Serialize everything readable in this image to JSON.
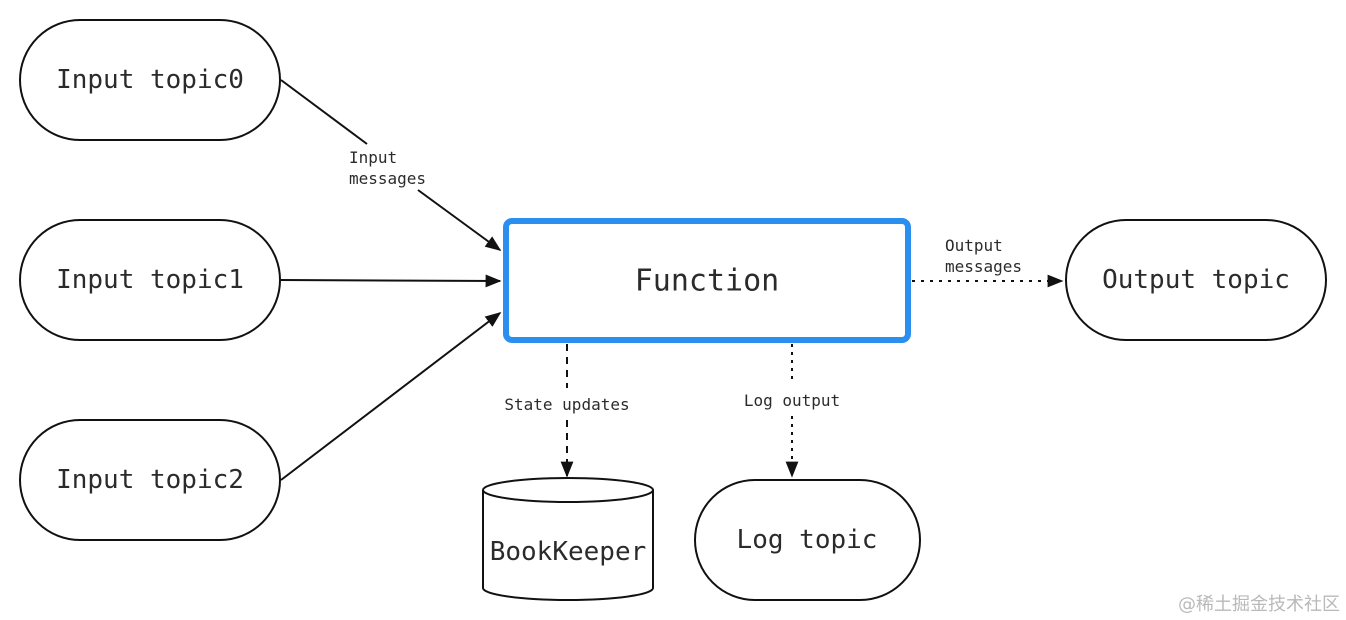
{
  "nodes": {
    "input_topic0": "Input topic0",
    "input_topic1": "Input topic1",
    "input_topic2": "Input topic2",
    "function": "Function",
    "output_topic": "Output topic",
    "bookkeeper": "BookKeeper",
    "log_topic": "Log topic"
  },
  "edges": {
    "input_messages_line1": "Input",
    "input_messages_line2": "messages",
    "output_messages_line1": "Output",
    "output_messages_line2": "messages",
    "state_updates": "State updates",
    "log_output": "Log output"
  },
  "colors": {
    "function_border": "#2b8ff0",
    "stroke": "#111111"
  },
  "watermark": "@稀土掘金技术社区"
}
